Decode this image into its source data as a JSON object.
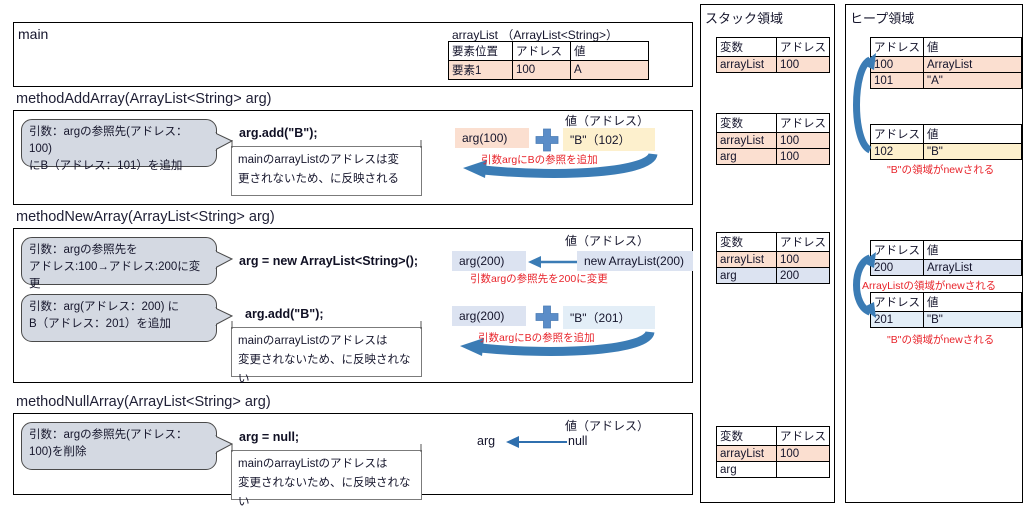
{
  "main_panel": {
    "label": "main",
    "table_caption": "arrayList （ArrayList<String>）",
    "table": {
      "headers": [
        "要素位置",
        "アドレス",
        "値"
      ],
      "rows": [
        [
          "要素1",
          "100",
          "A"
        ]
      ]
    }
  },
  "methods": [
    {
      "signature": "methodAddArray(ArrayList<String> arg)",
      "bubbles": [
        {
          "lines": [
            "引数：argの参照先(アドレス：100)",
            "にB（アドレス：101）を追加"
          ]
        }
      ],
      "code": [
        "arg.add(\"B\");"
      ],
      "notes": [
        {
          "lines": [
            "mainのarrayListのアドレスは変",
            "更されないため、に反映される"
          ]
        }
      ],
      "value_header": "値（アドレス）",
      "chips": [
        {
          "text": "arg(100)",
          "color": "peach"
        },
        {
          "text": "\"B\"（102）",
          "color": "cream"
        }
      ],
      "plus_icon": "plus-icon",
      "red_note": "引数argにBの参照を追加"
    },
    {
      "signature": "methodNewArray(ArrayList<String> arg)",
      "bubbles": [
        {
          "lines": [
            "引数：argの参照先を",
            "アドレス:100→アドレス:200に変更"
          ]
        },
        {
          "lines": [
            "引数：arg(アドレス：200) に",
            "B（アドレス：201）を追加"
          ]
        }
      ],
      "code": [
        "arg = new ArrayList<String>();",
        "arg.add(\"B\");"
      ],
      "notes": [
        {
          "lines": [
            "mainのarrayListのアドレスは",
            "変更されないため、に反映されない"
          ]
        }
      ],
      "value_header": "値（アドレス）",
      "row1_chips": [
        {
          "text": "arg(200)",
          "color": "blue"
        },
        {
          "text": "new ArrayList(200)",
          "color": "blue"
        }
      ],
      "row1_red": "引数argの参照先を200に変更",
      "row2_chips": [
        {
          "text": "arg(200)",
          "color": "blue"
        },
        {
          "text": "\"B\"（201）",
          "color": "lblue"
        }
      ],
      "row2_red": "引数argにBの参照を追加",
      "plus_icon": "plus-icon"
    },
    {
      "signature": "methodNullArray(ArrayList<String> arg)",
      "bubbles": [
        {
          "lines": [
            "引数：argの参照先(アドレス：",
            "100)を削除"
          ]
        }
      ],
      "code": [
        "arg = null;"
      ],
      "notes": [
        {
          "lines": [
            "mainのarrayListのアドレスは",
            "変更されないため、に反映されない"
          ]
        }
      ],
      "value_header": "値（アドレス）",
      "left_label": "arg",
      "right_label": "null"
    }
  ],
  "stack": {
    "title": "スタック領域",
    "tables": [
      {
        "headers": [
          "変数",
          "アドレス"
        ],
        "rows": [
          {
            "cells": [
              "arrayList",
              "100"
            ],
            "colors": [
              "peach",
              "peach"
            ]
          }
        ]
      },
      {
        "headers": [
          "変数",
          "アドレス"
        ],
        "rows": [
          {
            "cells": [
              "arrayList",
              "100"
            ],
            "colors": [
              "peach",
              "peach"
            ]
          },
          {
            "cells": [
              "arg",
              "100"
            ],
            "colors": [
              "peach",
              "peach"
            ]
          }
        ]
      },
      {
        "headers": [
          "変数",
          "アドレス"
        ],
        "rows": [
          {
            "cells": [
              "arrayList",
              "100"
            ],
            "colors": [
              "peach",
              "peach"
            ]
          },
          {
            "cells": [
              "arg",
              "200"
            ],
            "colors": [
              "blue",
              "blue"
            ]
          }
        ]
      },
      {
        "headers": [
          "変数",
          "アドレス"
        ],
        "rows": [
          {
            "cells": [
              "arrayList",
              "100"
            ],
            "colors": [
              "peach",
              "peach"
            ]
          },
          {
            "cells": [
              "arg",
              ""
            ],
            "colors": [
              "white",
              "white"
            ]
          }
        ]
      }
    ]
  },
  "heap": {
    "title": "ヒープ領域",
    "tables": [
      {
        "headers": [
          "アドレス",
          "値"
        ],
        "rows": [
          {
            "cells": [
              "100",
              "ArrayList"
            ],
            "colors": [
              "peach",
              "peach"
            ]
          },
          {
            "cells": [
              "101",
              "\"A\""
            ],
            "colors": [
              "peach",
              "peach"
            ]
          }
        ]
      },
      {
        "headers": [
          "アドレス",
          "値"
        ],
        "rows": [
          {
            "cells": [
              "102",
              "\"B\""
            ],
            "colors": [
              "cream",
              "cream"
            ]
          }
        ],
        "red_note": "\"B\"の領域がnewされる"
      },
      {
        "headers": [
          "アドレス",
          "値"
        ],
        "rows": [
          {
            "cells": [
              "200",
              "ArrayList"
            ],
            "colors": [
              "blue",
              "blue"
            ]
          }
        ],
        "red_note": "ArrayListの領域がnewされる"
      },
      {
        "headers": [
          "アドレス",
          "値"
        ],
        "rows": [
          {
            "cells": [
              "201",
              "\"B\""
            ],
            "colors": [
              "lblue",
              "lblue"
            ]
          }
        ],
        "red_note": "\"B\"の領域がnewされる"
      }
    ]
  },
  "colors": {
    "peach": "#fbdfd0",
    "blue": "#dce3f1",
    "cream": "#fdf0cd",
    "light_blue": "#e3eef7",
    "bubble_gray": "#d4d9e2",
    "arrow_blue": "#3b7cb5",
    "red": "#e8232a"
  }
}
